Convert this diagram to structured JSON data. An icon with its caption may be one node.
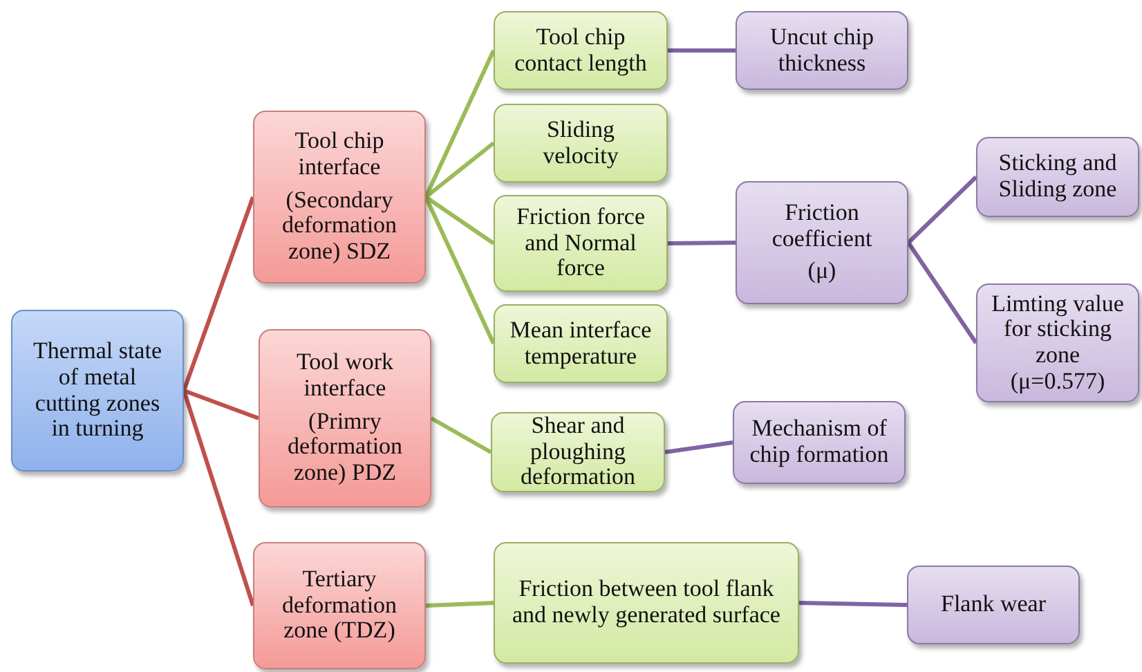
{
  "diagram": {
    "nodes": [
      {
        "text": [
          "Thermal state of metal cutting zones in turning"
        ]
      },
      {
        "text": [
          "Tool chip interface",
          "(Secondary deformation zone) SDZ"
        ]
      },
      {
        "text": [
          "Tool work interface",
          "(Primry deformation zone) PDZ"
        ]
      },
      {
        "text": [
          "Tertiary deformation zone (TDZ)"
        ]
      },
      {
        "text": [
          "Tool chip contact length"
        ]
      },
      {
        "text": [
          "Sliding velocity"
        ]
      },
      {
        "text": [
          "Friction force and Normal force"
        ]
      },
      {
        "text": [
          "Mean interface temperature"
        ]
      },
      {
        "text": [
          "Shear and ploughing deformation"
        ]
      },
      {
        "text": [
          "Friction between tool flank and newly generated surface"
        ]
      },
      {
        "text": [
          "Uncut chip thickness"
        ]
      },
      {
        "text": [
          "Friction coefficient",
          "(μ)"
        ]
      },
      {
        "text": [
          "Mechanism of chip formation"
        ]
      },
      {
        "text": [
          "Flank wear"
        ]
      },
      {
        "text": [
          "Sticking and Sliding zone"
        ]
      },
      {
        "text": [
          "Limting value for sticking zone (μ=0.577)"
        ]
      }
    ],
    "edges": [
      {
        "from": 0,
        "to": 1,
        "arrow": "none",
        "color": "#c0504d"
      },
      {
        "from": 0,
        "to": 2,
        "arrow": "none",
        "color": "#c0504d"
      },
      {
        "from": 0,
        "to": 3,
        "arrow": "none",
        "color": "#c0504d"
      },
      {
        "from": 1,
        "to": 4,
        "arrow": "none",
        "color": "#9bbb59"
      },
      {
        "from": 1,
        "to": 5,
        "arrow": "none",
        "color": "#9bbb59"
      },
      {
        "from": 1,
        "to": 6,
        "arrow": "none",
        "color": "#9bbb59"
      },
      {
        "from": 1,
        "to": 7,
        "arrow": "none",
        "color": "#9bbb59"
      },
      {
        "from": 2,
        "to": 8,
        "arrow": "none",
        "color": "#9bbb59"
      },
      {
        "from": 3,
        "to": 9,
        "arrow": "none",
        "color": "#9bbb59"
      },
      {
        "from": 4,
        "to": 10,
        "arrow": "none",
        "color": "#8064a2"
      },
      {
        "from": 6,
        "to": 11,
        "arrow": "none",
        "color": "#8064a2"
      },
      {
        "from": 8,
        "to": 12,
        "arrow": "none",
        "color": "#8064a2"
      },
      {
        "from": 9,
        "to": 13,
        "arrow": "none",
        "color": "#8064a2"
      },
      {
        "from": 11,
        "to": 14,
        "arrow": "none",
        "color": "#8064a2"
      },
      {
        "from": 11,
        "to": 15,
        "arrow": "none",
        "color": "#8064a2"
      }
    ]
  }
}
